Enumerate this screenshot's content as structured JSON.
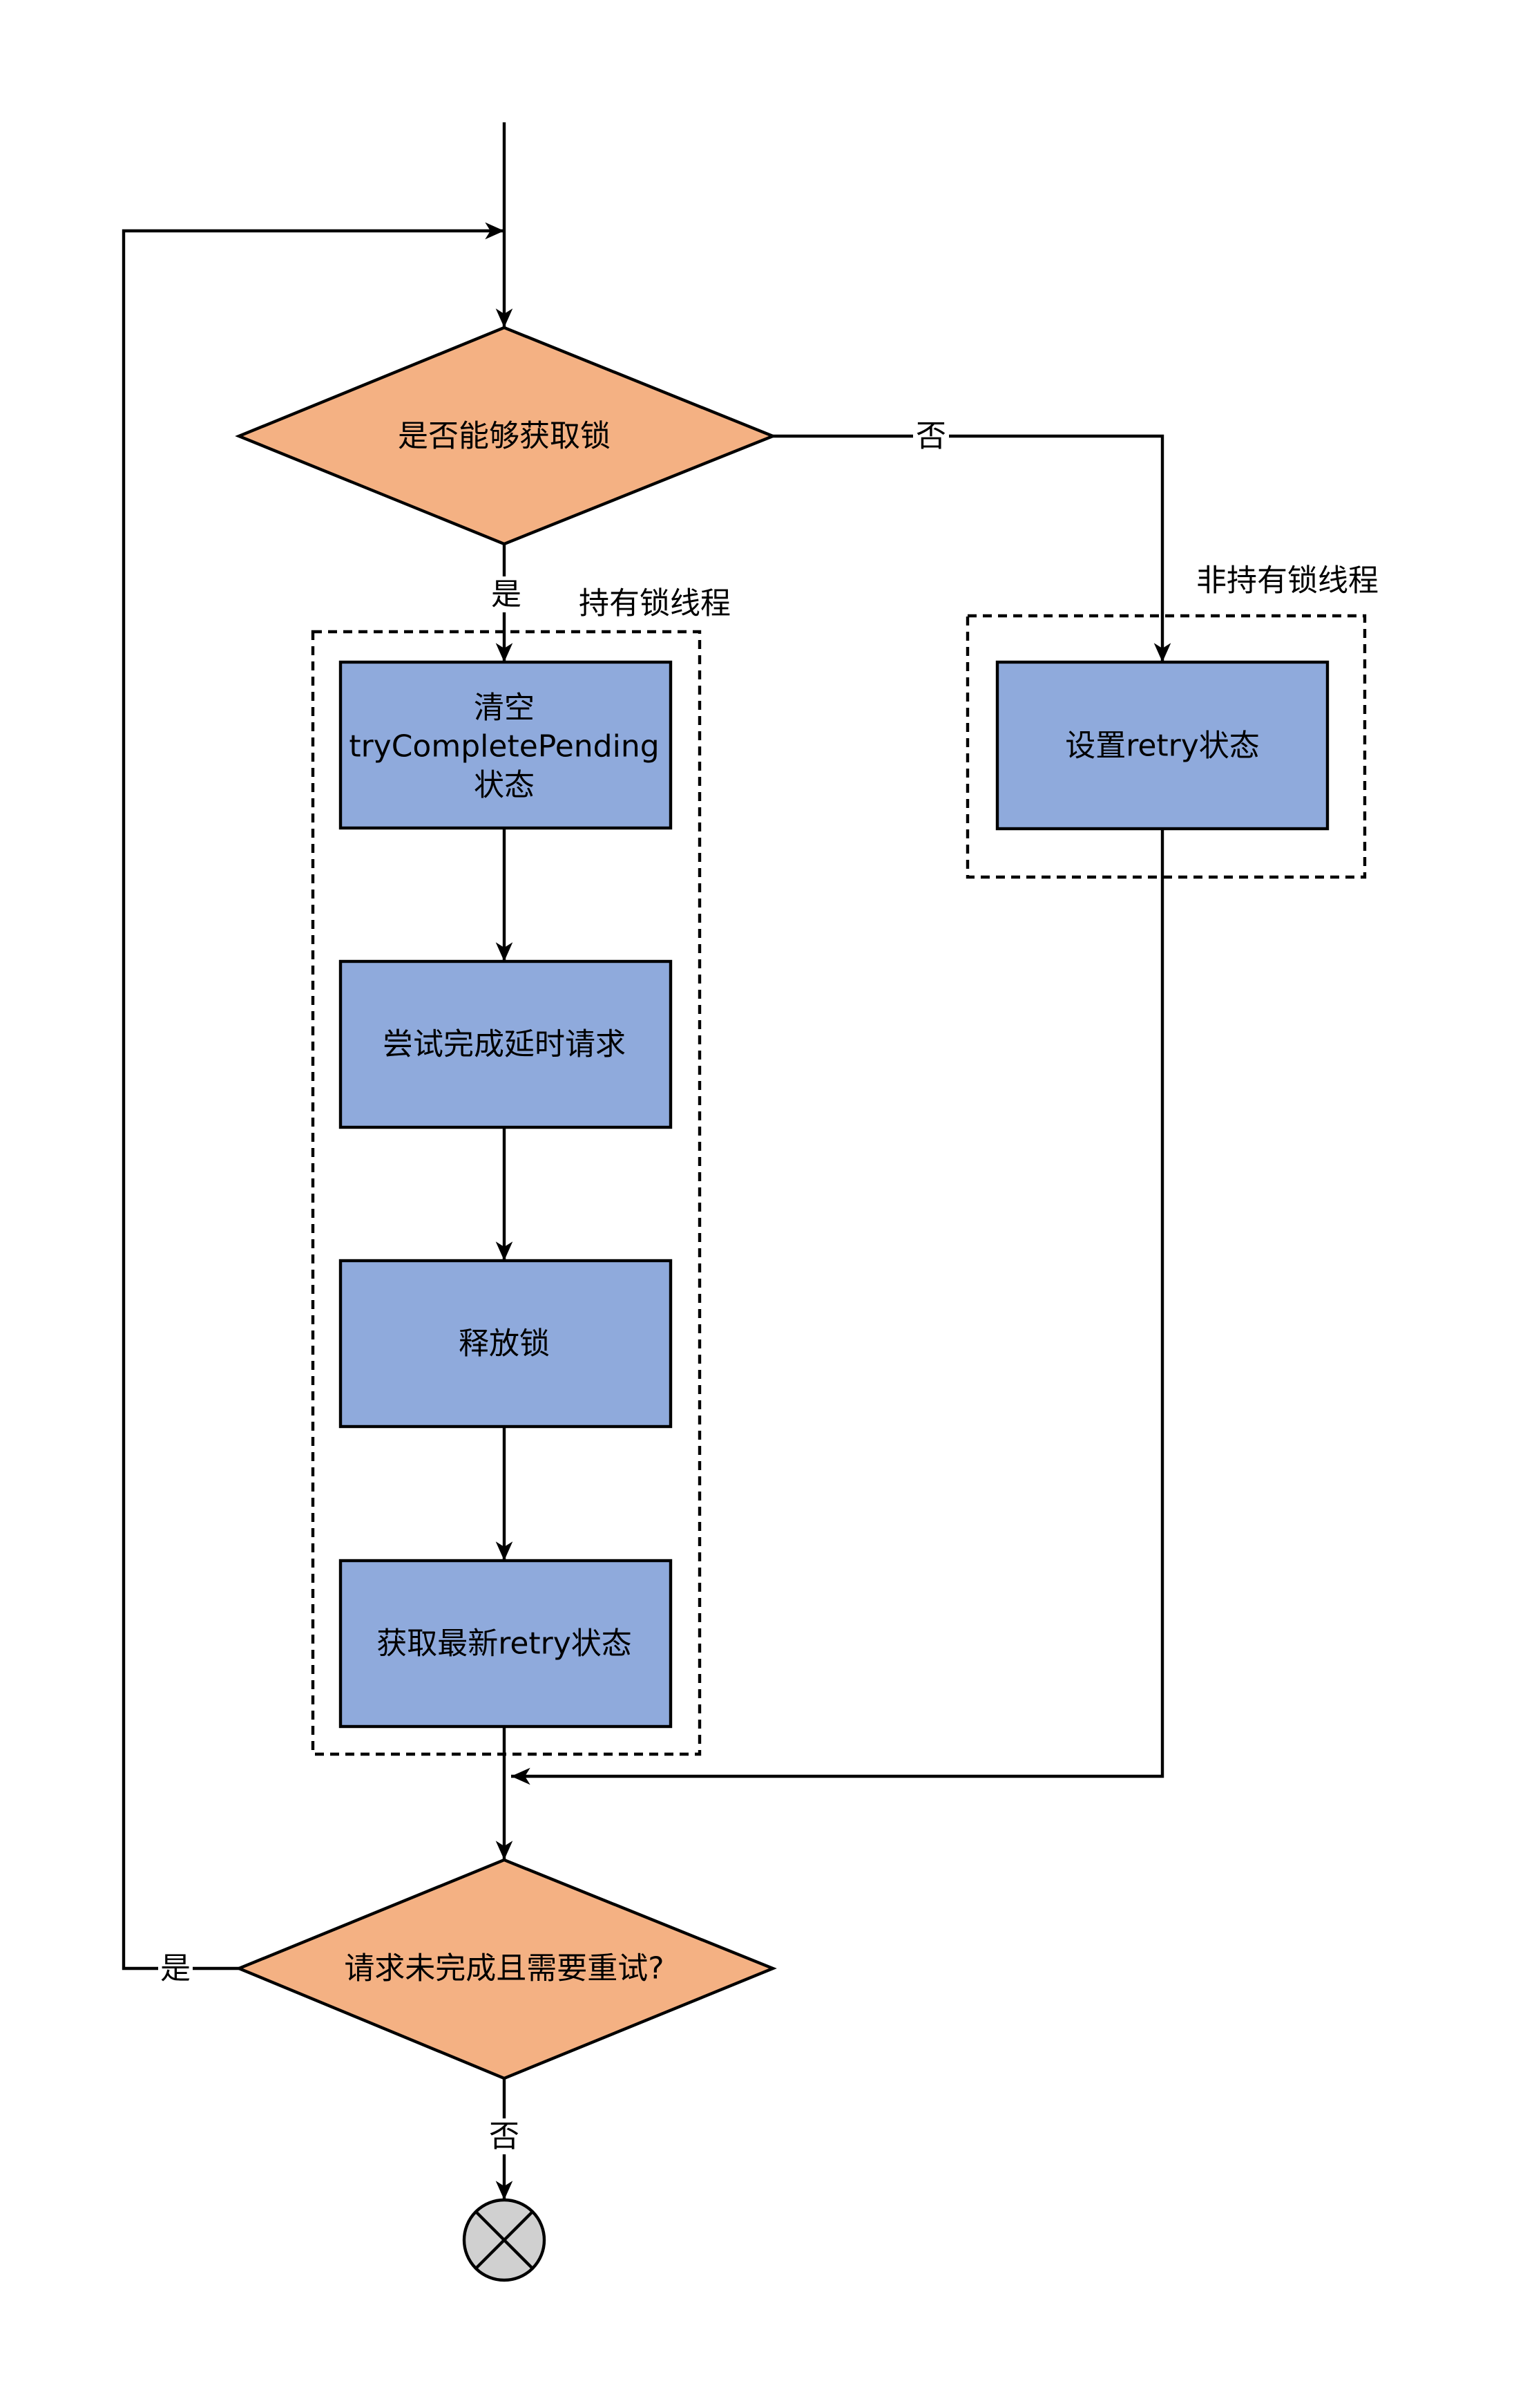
{
  "colors": {
    "decision_fill": "#F4B183",
    "process_fill": "#8FAADC",
    "terminator_fill": "#D0D0D0",
    "stroke": "#000000",
    "background": "#FFFFFF"
  },
  "nodes": {
    "decision_acquire": "是否能够获取锁",
    "clear_state": [
      "清空",
      "tryCompletePending",
      "状态"
    ],
    "try_complete": "尝试完成延时请求",
    "release_lock": "释放锁",
    "get_retry": "获取最新retry状态",
    "set_retry": "设置retry状态",
    "decision_retry": "请求未完成且需要重试?"
  },
  "groups": {
    "holder": "持有锁线程",
    "non_holder": "非持有锁线程"
  },
  "edge_labels": {
    "acquire_no": "否",
    "acquire_yes": "是",
    "retry_yes": "是",
    "retry_no": "否"
  },
  "icons": {
    "end": "x-circle-icon"
  }
}
